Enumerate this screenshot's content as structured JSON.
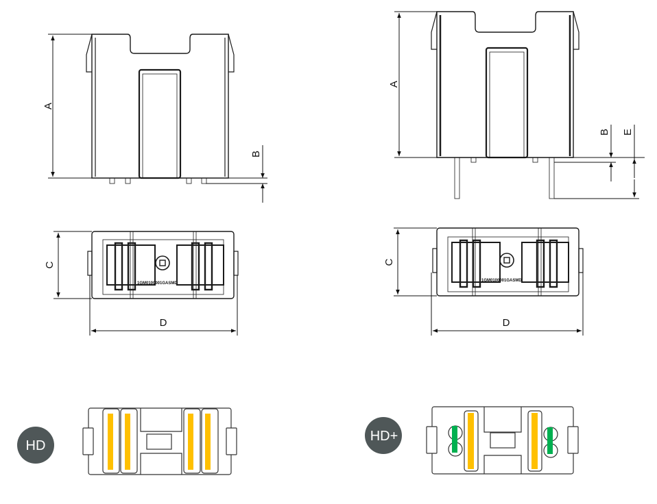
{
  "views": {
    "hd": {
      "front": {
        "dim_a": "A",
        "dim_b": "B"
      },
      "top": {
        "dim_c": "C",
        "dim_d": "D",
        "part_marking": "1GM0100001GASMD"
      },
      "footprint": {
        "badge": "HD"
      }
    },
    "hd_plus": {
      "front": {
        "dim_a": "A",
        "dim_b": "B",
        "dim_e": "E"
      },
      "top": {
        "dim_c": "C",
        "dim_d": "D",
        "part_marking": "1GM0100001GASMD"
      },
      "footprint": {
        "badge": "HD+"
      }
    }
  },
  "colors": {
    "pad_yellow": "#FFC000",
    "pad_green": "#00B050",
    "badge_bg": "#4F5758"
  }
}
